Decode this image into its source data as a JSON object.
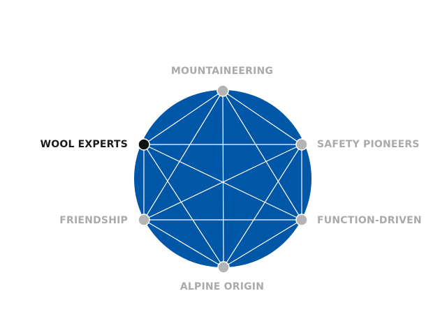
{
  "nodes": [
    {
      "id": "mountaineering",
      "label": "MOUNTAINEERING",
      "active": false
    },
    {
      "id": "safety-pioneers",
      "label": "SAFETY PIONEERS",
      "active": false
    },
    {
      "id": "function-driven",
      "label": "FUNCTION-DRIVEN",
      "active": false
    },
    {
      "id": "alpine-origin",
      "label": "ALPINE ORIGIN",
      "active": false
    },
    {
      "id": "friendship",
      "label": "FRIENDSHIP",
      "active": false
    },
    {
      "id": "wool-experts",
      "label": "WOOL EXPERTS",
      "active": true
    }
  ],
  "colors": {
    "circle_fill": "#0057a8",
    "line": "#ffffff",
    "node_inactive": "#b4b4b4",
    "node_active": "#111111",
    "label_inactive": "#aaaaaa",
    "label_active": "#1a1a1a"
  }
}
